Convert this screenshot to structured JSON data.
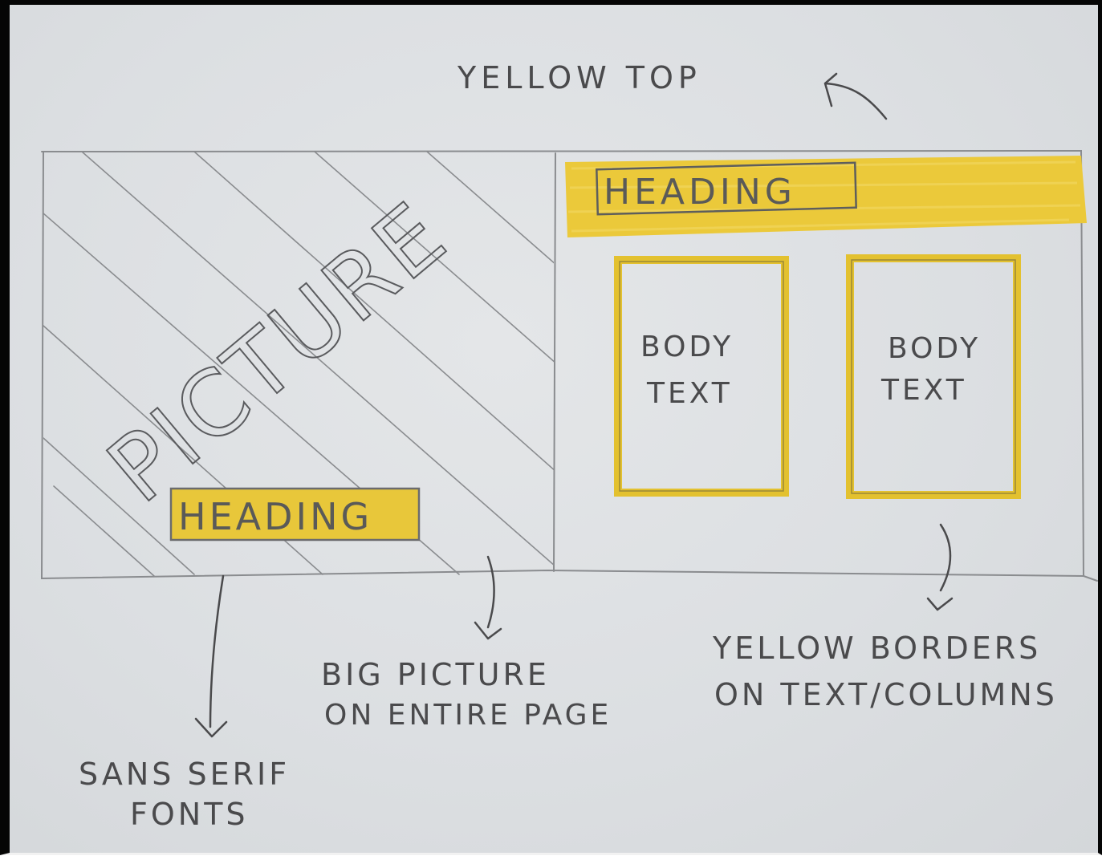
{
  "notes": {
    "yellow_top": "YELLOW TOP",
    "big_picture": [
      "BIG PICTURE",
      "ON ENTIRE PAGE"
    ],
    "sans_serif": [
      "SANS SERIF",
      "FONTS"
    ],
    "yellow_borders": [
      "YELLOW BORDERS",
      "ON TEXT/COLUMNS"
    ]
  },
  "left_panel": {
    "picture_label": "PICTURE",
    "heading": "HEADING"
  },
  "right_panel": {
    "heading": "HEADING",
    "columns": [
      {
        "lines": [
          "BODY",
          "TEXT"
        ]
      },
      {
        "lines": [
          "BODY",
          "TEXT"
        ]
      }
    ]
  },
  "colors": {
    "yellow": "#eccb38",
    "pencil": "#4a4a4c",
    "paper": "#dfe1e3"
  }
}
